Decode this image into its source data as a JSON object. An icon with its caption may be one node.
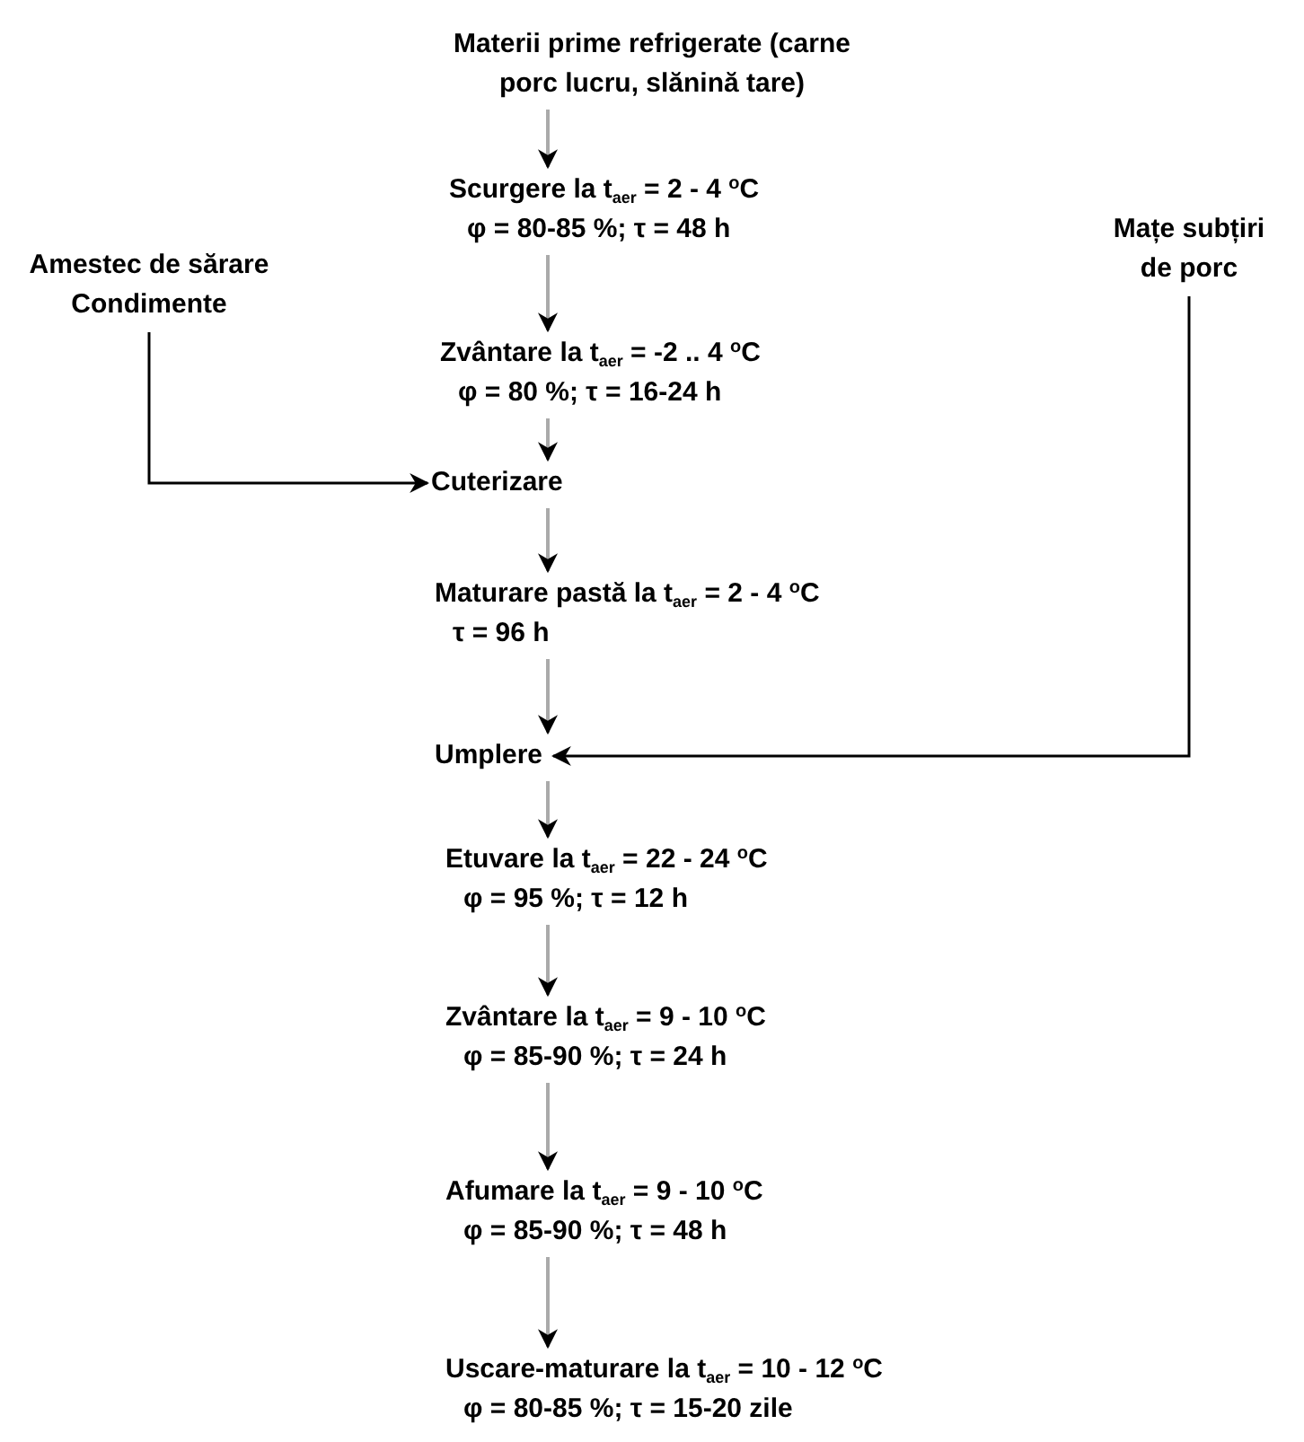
{
  "diagram": {
    "nodes": [
      {
        "text": [
          "Materii prime refrigerate (carne porc lucru, slănină tare)"
        ]
      },
      {
        "text": [
          "Scurgere la t$_{aer}$ = 2 - 4 $^{o}$C",
          "φ = 80-85 %; τ = 48 h"
        ]
      },
      {
        "text": [
          "Zvântare la t$_{aer}$ = -2 .. 4 $^{o}$C",
          "φ = 80 %; τ = 16-24 h"
        ]
      },
      {
        "text": [
          "Amestec de sărare",
          "Condimente"
        ]
      },
      {
        "text": [
          "Mațe subțiri de porc"
        ]
      },
      {
        "text": [
          "Cuterizare"
        ]
      },
      {
        "text": [
          "Maturare pastă  la t$_{aer}$ = 2 - 4 $^{o}$C",
          "τ = 96 h"
        ]
      },
      {
        "text": [
          "Umplere"
        ]
      },
      {
        "text": [
          "Etuvare la t$_{aer}$ = 22 - 24 $^{o}$C",
          "φ = 95 %; τ = 12 h"
        ]
      },
      {
        "text": [
          "Zvântare la t$_{aer}$ = 9 - 10 $^{o}$C",
          "φ = 85-90 %; τ = 24 h"
        ]
      },
      {
        "text": [
          "Afumare la t$_{aer}$ = 9 - 10 $^{o}$C",
          "φ = 85-90 %; τ = 48 h"
        ]
      },
      {
        "text": [
          "Uscare-maturare la t$_{aer}$ = 10 - 12 $^{o}$C",
          "φ = 80-85 %; τ = 15-20 zile"
        ]
      }
    ],
    "edges": [
      {
        "from": 0,
        "to": 1,
        "arrow": "to"
      },
      {
        "from": 1,
        "to": 2,
        "arrow": "to"
      },
      {
        "from": 2,
        "to": 5,
        "arrow": "to"
      },
      {
        "from": 3,
        "to": 5,
        "arrow": "to",
        "color": "#000000"
      },
      {
        "from": 5,
        "to": 6,
        "arrow": "to"
      },
      {
        "from": 6,
        "to": 7,
        "arrow": "to"
      },
      {
        "from": 4,
        "to": 7,
        "arrow": "to",
        "color": "#000000"
      },
      {
        "from": 7,
        "to": 8,
        "arrow": "to"
      },
      {
        "from": 8,
        "to": 9,
        "arrow": "to"
      },
      {
        "from": 9,
        "to": 10,
        "arrow": "to"
      },
      {
        "from": 10,
        "to": 11,
        "arrow": "to"
      }
    ]
  }
}
